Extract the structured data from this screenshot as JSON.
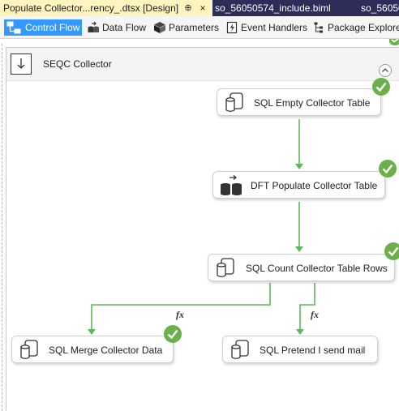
{
  "document_tabs": {
    "active": {
      "label": "Populate Collector...rency_.dtsx [Design]",
      "pin": "⊕",
      "close": "×"
    },
    "second": {
      "label": "so_56050574_include.biml"
    },
    "third": {
      "label": "so_56050"
    }
  },
  "designer_tabs": [
    {
      "label": "Control Flow",
      "icon": "control-flow-icon",
      "selected": true
    },
    {
      "label": "Data Flow",
      "icon": "data-flow-icon"
    },
    {
      "label": "Parameters",
      "icon": "parameters-icon"
    },
    {
      "label": "Event Handlers",
      "icon": "event-handlers-icon"
    },
    {
      "label": "Package Explorer",
      "icon": "package-explorer-icon"
    }
  ],
  "container": {
    "title": "SEQC Collector"
  },
  "tasks": [
    {
      "label": "SQL Empty Collector Table",
      "type": "sql",
      "status": "success"
    },
    {
      "label": "DFT Populate Collector Table",
      "type": "dataflow",
      "status": "success"
    },
    {
      "label": "SQL Count Collector Table Rows",
      "type": "sql",
      "status": "success"
    },
    {
      "label": "SQL Merge Collector Data",
      "type": "sql",
      "status": "success"
    },
    {
      "label": "SQL Pretend I send mail",
      "type": "sql",
      "status": "none"
    }
  ],
  "constraints": [
    {
      "expression_marker": "fx"
    },
    {
      "expression_marker": "fx"
    }
  ],
  "colors": {
    "success": "#6bb04a",
    "connector": "#5cb85c",
    "selected_tab": "#3399ff",
    "active_doc_tab": "#fdf4bf",
    "tab_strip": "#2d2d5a"
  }
}
